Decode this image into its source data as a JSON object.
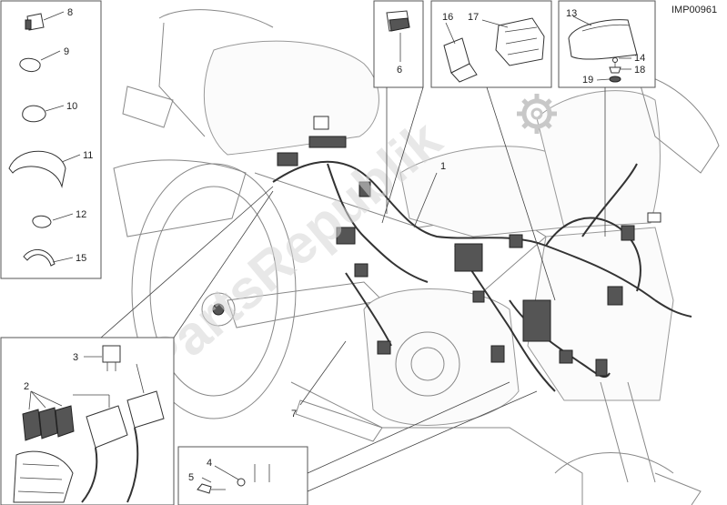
{
  "diagram_code": "IMP00961",
  "watermark": "PartsRepublik",
  "callouts": {
    "c1": "1",
    "c2": "2",
    "c3": "3",
    "c4": "4",
    "c5": "5",
    "c6": "6",
    "c7": "7",
    "c8": "8",
    "c9": "9",
    "c10": "10",
    "c11": "11",
    "c12": "12",
    "c13": "13",
    "c14": "14",
    "c15": "15",
    "c16": "16",
    "c17": "17",
    "c18": "18",
    "c19": "19"
  },
  "colors": {
    "line": "#444444",
    "bike_outline": "#888888",
    "watermark": "#d6d6d6"
  },
  "icons": [
    "gear-icon"
  ]
}
